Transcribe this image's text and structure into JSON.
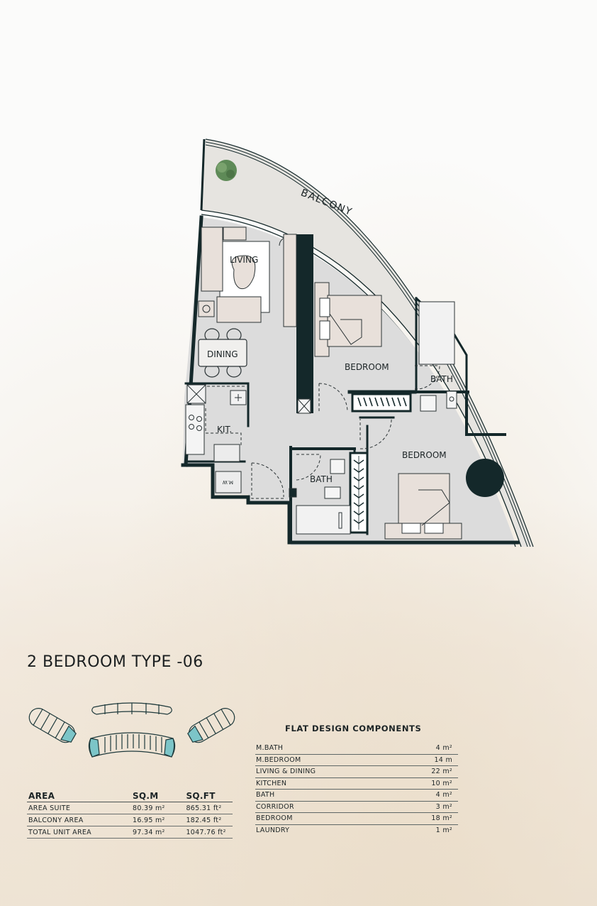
{
  "plan": {
    "labels": {
      "balcony": "BALCONY",
      "living": "LIVING",
      "dining": "DINING",
      "kitchen": "KIT.",
      "bedroom_1": "BEDROOM",
      "bath_1": "BATH",
      "bedroom_2": "BEDROOM",
      "bath_2": "BATH",
      "washing_machine": "M.W"
    },
    "colors": {
      "wall": "#14282a",
      "floor": "#dcdcdc",
      "furniture": "#e8e0da",
      "balcony": "#e6e4e0",
      "accent_teal": "#7cc5c8"
    }
  },
  "title": "2 BEDROOM TYPE -06",
  "area_table": {
    "headers": [
      "AREA",
      "SQ.M",
      "SQ.FT"
    ],
    "rows": [
      {
        "label": "AREA SUITE",
        "sqm": "80.39 m²",
        "sqft": "865.31 ft²"
      },
      {
        "label": "BALCONY AREA",
        "sqm": "16.95 m²",
        "sqft": "182.45 ft²"
      },
      {
        "label": "TOTAL UNIT AREA",
        "sqm": "97.34 m²",
        "sqft": "1047.76 ft²"
      }
    ]
  },
  "components": {
    "title": "FLAT DESIGN COMPONENTS",
    "rows": [
      {
        "label": "M.BATH",
        "value": "4 m²"
      },
      {
        "label": "M.BEDROOM",
        "value": "14 m"
      },
      {
        "label": "LIVING & DINING",
        "value": "22 m²"
      },
      {
        "label": "KITCHEN",
        "value": "10 m²"
      },
      {
        "label": "BATH",
        "value": "4 m²"
      },
      {
        "label": "CORRIDOR",
        "value": "3 m²"
      },
      {
        "label": "BEDROOM",
        "value": "18 m²"
      },
      {
        "label": "LAUNDRY",
        "value": "1 m²"
      }
    ]
  }
}
